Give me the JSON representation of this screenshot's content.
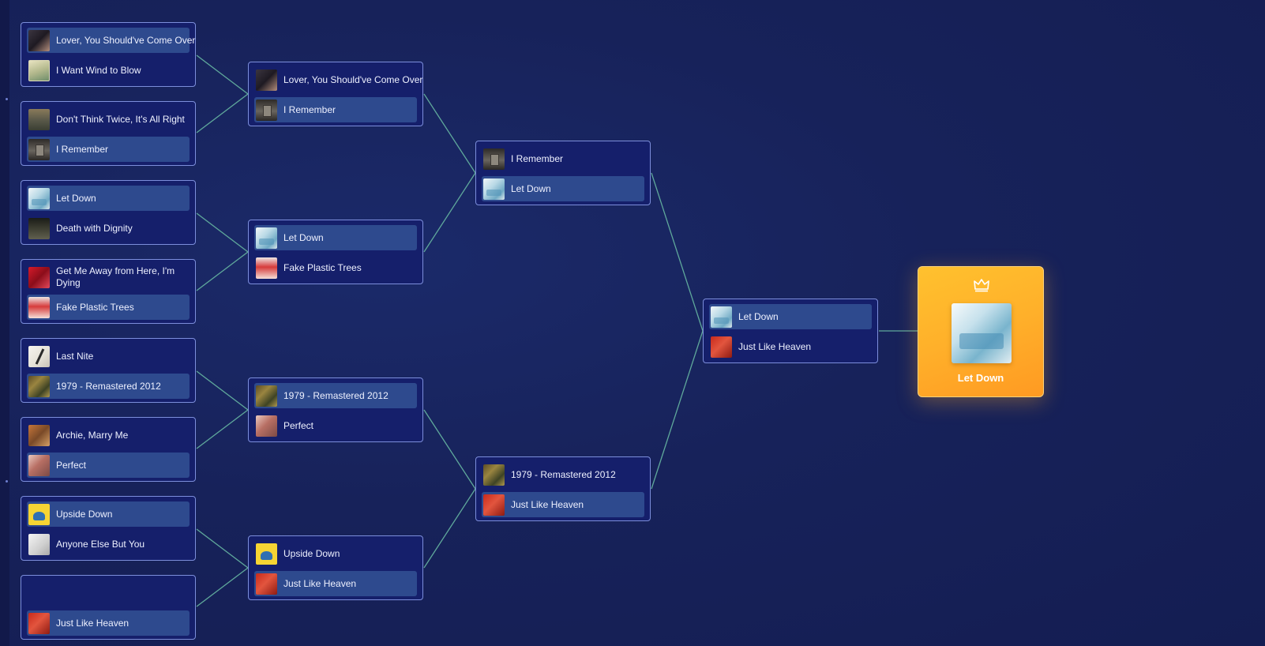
{
  "rounds": [
    {
      "matches": [
        {
          "top": {
            "title": "Lover, You Should've Come Over",
            "art": "lover-album-art",
            "winner": true
          },
          "bottom": {
            "title": "I Want Wind to Blow",
            "art": "wind-album-art",
            "winner": false
          }
        },
        {
          "top": {
            "title": "Don't Think Twice, It's All Right",
            "art": "dylan-album-art",
            "winner": false
          },
          "bottom": {
            "title": "I Remember",
            "art": "remember-album-art",
            "winner": true
          }
        },
        {
          "top": {
            "title": "Let Down",
            "art": "okc-album-art",
            "winner": true
          },
          "bottom": {
            "title": "Death with Dignity",
            "art": "dignity-album-art",
            "winner": false
          }
        },
        {
          "top": {
            "title": "Get Me Away from Here, I'm Dying",
            "art": "mbv-album-art",
            "winner": false
          },
          "bottom": {
            "title": "Fake Plastic Trees",
            "art": "bends-album-art",
            "winner": true
          }
        },
        {
          "top": {
            "title": "Last Nite",
            "art": "strokes-album-art",
            "winner": false
          },
          "bottom": {
            "title": "1979 - Remastered 2012",
            "art": "mellon-album-art",
            "winner": true
          }
        },
        {
          "top": {
            "title": "Archie, Marry Me",
            "art": "archie-album-art",
            "winner": false
          },
          "bottom": {
            "title": "Perfect",
            "art": "perfect-album-art",
            "winner": true
          }
        },
        {
          "top": {
            "title": "Upside Down",
            "art": "jack-album-art",
            "winner": true
          },
          "bottom": {
            "title": "Anyone Else But You",
            "art": "anyone-album-art",
            "winner": false
          }
        },
        {
          "top": {
            "title": "",
            "art": "",
            "winner": false
          },
          "bottom": {
            "title": "Just Like Heaven",
            "art": "cure-album-art",
            "winner": true
          }
        }
      ]
    },
    {
      "matches": [
        {
          "top": {
            "title": "Lover, You Should've Come Over",
            "art": "lover-album-art",
            "winner": false
          },
          "bottom": {
            "title": "I Remember",
            "art": "remember-album-art",
            "winner": true
          }
        },
        {
          "top": {
            "title": "Let Down",
            "art": "okc-album-art",
            "winner": true
          },
          "bottom": {
            "title": "Fake Plastic Trees",
            "art": "bends-album-art",
            "winner": false
          }
        },
        {
          "top": {
            "title": "1979 - Remastered 2012",
            "art": "mellon-album-art",
            "winner": true
          },
          "bottom": {
            "title": "Perfect",
            "art": "perfect-album-art",
            "winner": false
          }
        },
        {
          "top": {
            "title": "Upside Down",
            "art": "jack-album-art",
            "winner": false
          },
          "bottom": {
            "title": "Just Like Heaven",
            "art": "cure-album-art",
            "winner": true
          }
        }
      ]
    },
    {
      "matches": [
        {
          "top": {
            "title": "I Remember",
            "art": "remember-album-art",
            "winner": false
          },
          "bottom": {
            "title": "Let Down",
            "art": "okc-album-art",
            "winner": true
          }
        },
        {
          "top": {
            "title": "1979 - Remastered 2012",
            "art": "mellon-album-art",
            "winner": false
          },
          "bottom": {
            "title": "Just Like Heaven",
            "art": "cure-album-art",
            "winner": true
          }
        }
      ]
    },
    {
      "matches": [
        {
          "top": {
            "title": "Let Down",
            "art": "okc-album-art",
            "winner": true
          },
          "bottom": {
            "title": "Just Like Heaven",
            "art": "cure-album-art",
            "winner": false
          }
        }
      ]
    }
  ],
  "champion": {
    "title": "Let Down",
    "icon": "crown-icon",
    "art": "okc-album-art"
  },
  "colors": {
    "background": "#17225a",
    "match_border": "#7c8edb",
    "winner_slot": "#2e4a8e",
    "connector": "#5fa89b",
    "champion_gold": "#ffb02a"
  }
}
